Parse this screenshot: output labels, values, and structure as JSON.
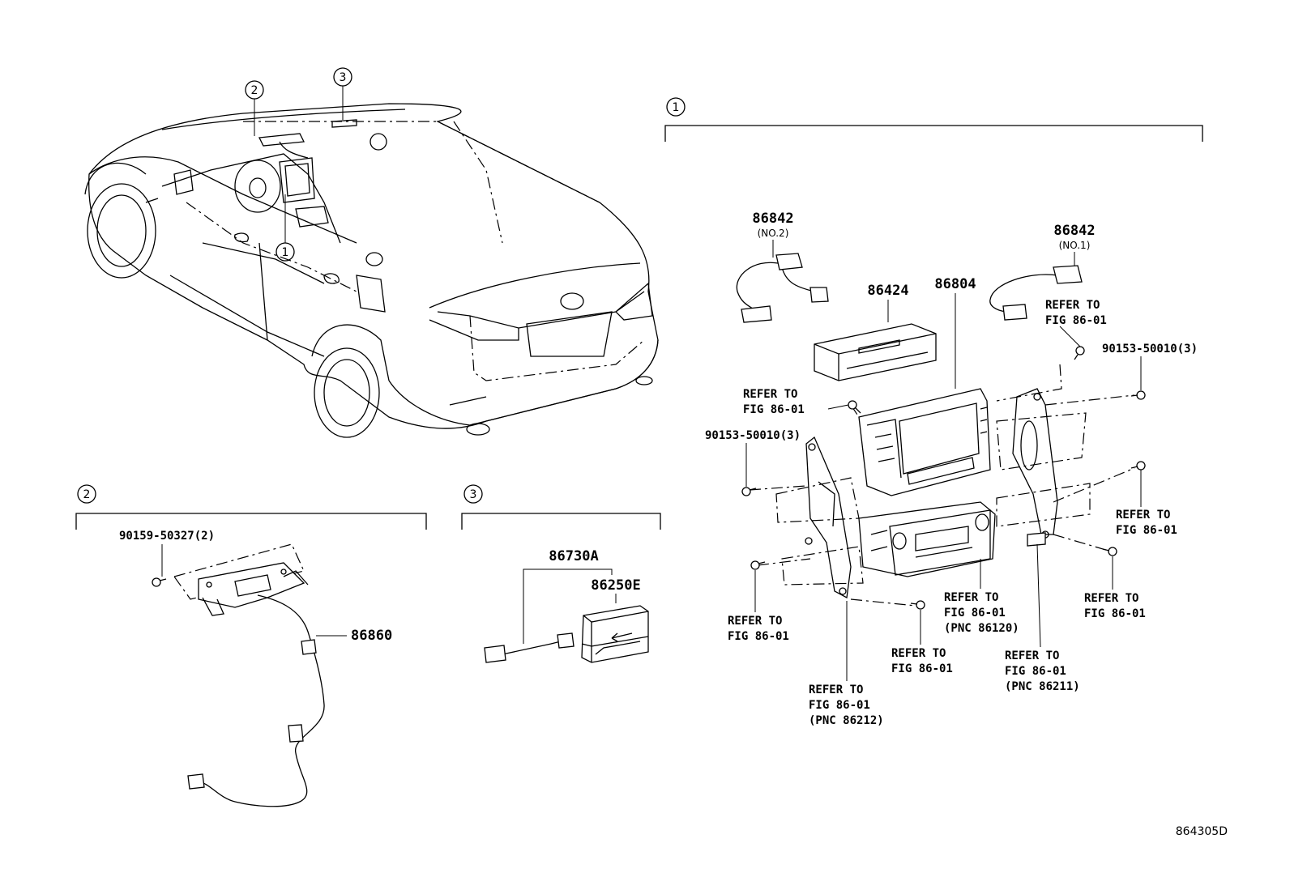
{
  "sections": {
    "s1": {
      "marker": "1"
    },
    "s2": {
      "marker": "2"
    },
    "s3": {
      "marker": "3"
    }
  },
  "car_callouts": [
    "2",
    "3",
    "1"
  ],
  "section1": {
    "p86842_no2": {
      "part": "86842",
      "note": "(NO.2)"
    },
    "p86842_no1": {
      "part": "86842",
      "note": "(NO.1)"
    },
    "p86424": "86424",
    "p86804": "86804",
    "refer_a": [
      "REFER TO",
      "FIG 86-01"
    ],
    "screw_right": "90153-50010(3)",
    "refer_b": [
      "REFER TO",
      "FIG 86-01"
    ],
    "screw_left": "90153-50010(3)",
    "refer_c": [
      "REFER TO",
      "FIG 86-01"
    ],
    "refer_d": [
      "REFER TO",
      "FIG 86-01"
    ],
    "refer_e": [
      "REFER TO",
      "FIG 86-01"
    ],
    "refer_f": [
      "REFER TO",
      "FIG 86-01",
      "(PNC 86120)"
    ],
    "refer_g": [
      "REFER TO",
      "FIG 86-01"
    ],
    "refer_h": [
      "REFER TO",
      "FIG 86-01",
      "(PNC 86211)"
    ],
    "refer_i": [
      "REFER TO",
      "FIG 86-01",
      "(PNC 86212)"
    ]
  },
  "section2": {
    "screw": "90159-50327(2)",
    "antenna": "86860"
  },
  "section3": {
    "harness": "86730A",
    "module": "86250E"
  },
  "figure_code": "864305D"
}
